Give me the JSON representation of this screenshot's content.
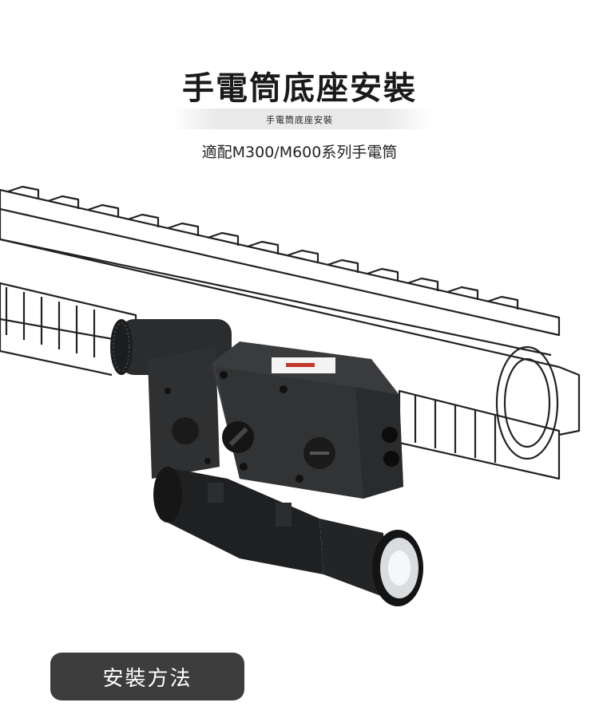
{
  "header": {
    "title": "手電筒底座安裝",
    "subtitle": "手電筒底座安裝",
    "fit_text": "適配M300/M600系列手電筒"
  },
  "scene": {
    "rail_icon": "picatinny-rail-outline",
    "device_icon": "laser-module-with-flashlight",
    "device_color": "#2b2c2e"
  },
  "footer": {
    "method_label": "安裝方法"
  }
}
